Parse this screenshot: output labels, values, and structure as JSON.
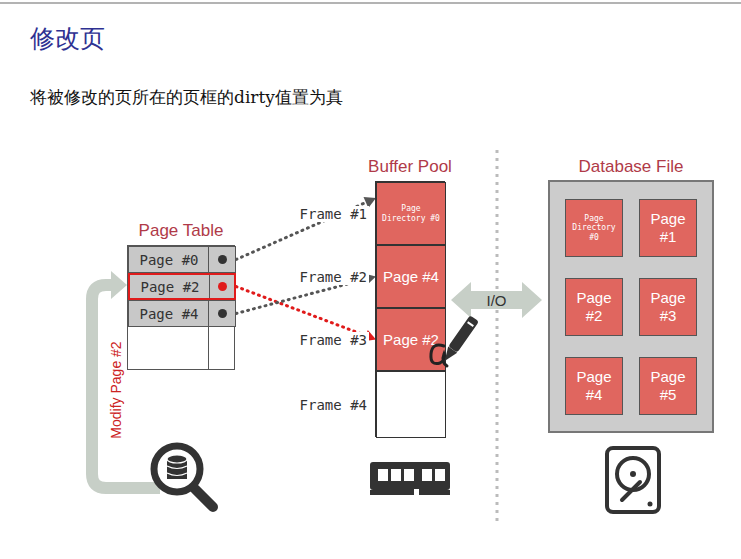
{
  "diagram": {
    "title": "修改页",
    "nodes": [
      {
        "text": [
          "Page Table"
        ]
      },
      {
        "text": [
          "Page #0"
        ],
        "in": 0
      },
      {
        "text": [
          "Page #2"
        ],
        "in": 0
      },
      {
        "text": [
          "Page #4"
        ],
        "in": 0
      },
      {
        "text": [
          "Buffer Pool"
        ]
      },
      {
        "text": [
          "Frame #1",
          "Page Directory #0"
        ],
        "in": 4
      },
      {
        "text": [
          "Frame #2",
          "Page #4"
        ],
        "in": 4
      },
      {
        "text": [
          "Frame #3",
          "Page #2"
        ],
        "in": 4
      },
      {
        "text": [
          "Frame #4"
        ],
        "in": 4
      },
      {
        "text": [
          "Database File"
        ]
      },
      {
        "text": [
          "Page Directory #0"
        ],
        "in": 9
      },
      {
        "text": [
          "Page #1"
        ],
        "in": 9
      },
      {
        "text": [
          "Page #2"
        ],
        "in": 9
      },
      {
        "text": [
          "Page #3"
        ],
        "in": 9
      },
      {
        "text": [
          "Page #4"
        ],
        "in": 9
      },
      {
        "text": [
          "Page #5"
        ],
        "in": 9
      }
    ],
    "edges": [
      {
        "from": 1,
        "to": 5,
        "arrow": "to"
      },
      {
        "from": 2,
        "to": 7,
        "arrow": "to"
      },
      {
        "from": 3,
        "to": 6,
        "arrow": "to"
      },
      {
        "from": 4,
        "to": 9,
        "label": "I/O",
        "arrow": "both"
      }
    ],
    "labels": [
      "将被修改的页所在的页框的dirty值置为真",
      "Modify Page #2"
    ]
  }
}
